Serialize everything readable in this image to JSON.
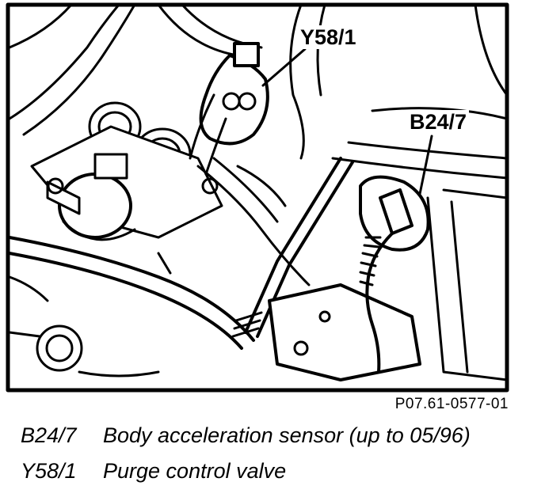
{
  "callouts": {
    "purge_valve": "Y58/1",
    "accel_sensor": "B24/7"
  },
  "figure_code": "P07.61-0577-01",
  "legend": [
    {
      "code": "B24/7",
      "description": "Body acceleration sensor (up to 05/96)"
    },
    {
      "code": "Y58/1",
      "description": "Purge control valve"
    }
  ]
}
